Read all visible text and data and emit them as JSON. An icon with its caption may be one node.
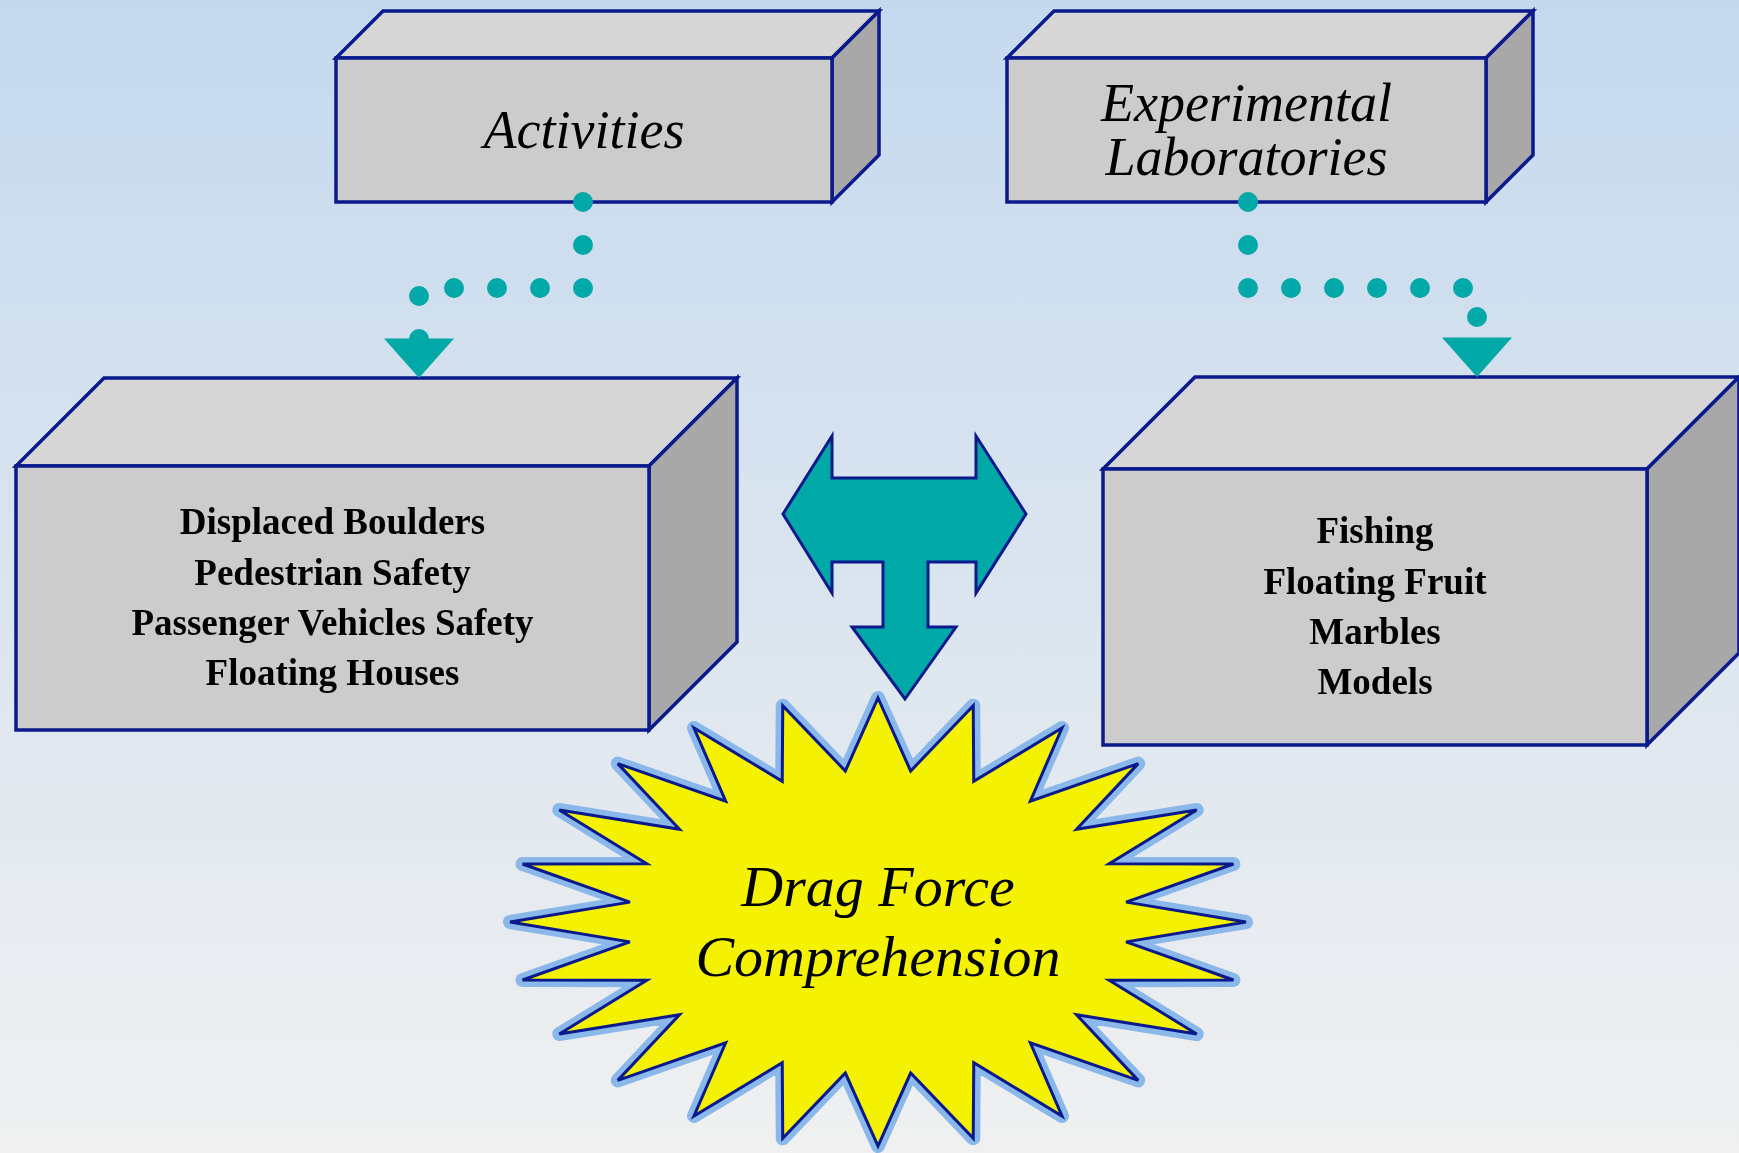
{
  "diagram": {
    "nodes": [
      {
        "text": [
          "Activities"
        ]
      },
      {
        "text": [
          "Experimental Laboratories"
        ]
      },
      {
        "text": [
          "Displaced Boulders",
          "Pedestrian Safety",
          "Passenger Vehicles Safety",
          "Floating Houses"
        ]
      },
      {
        "text": [
          "Fishing",
          "Floating Fruit",
          "Marbles",
          "Models"
        ]
      },
      {
        "text": [
          "Drag Force Comprehension"
        ]
      }
    ],
    "edges": [
      {
        "from": 0,
        "to": 2,
        "arrow": "to",
        "style": "dashed"
      },
      {
        "from": 1,
        "to": 3,
        "arrow": "to",
        "style": "dashed"
      },
      {
        "from": 2,
        "to": 3,
        "arrow": "both",
        "style": "thick"
      },
      {
        "from": null,
        "to": 4,
        "arrow": "to",
        "style": "thick"
      }
    ]
  }
}
